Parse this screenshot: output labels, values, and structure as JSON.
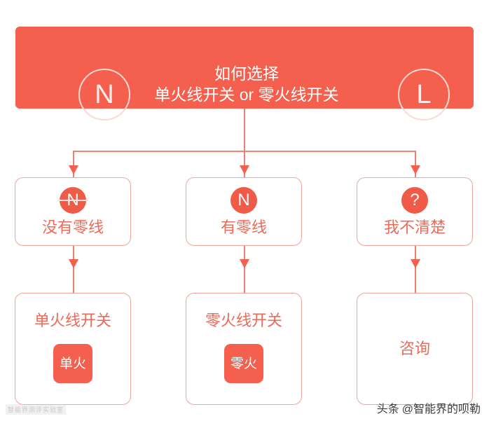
{
  "header": {
    "left_icon": "N",
    "right_icon": "L",
    "title_line1": "如何选择",
    "title_line2": "单火线开关 or 零火线开关",
    "bg_color": "#F4604D",
    "text_color": "#FFFFFF"
  },
  "branches": [
    {
      "icon": "N",
      "icon_struck": true,
      "label": "没有零线",
      "result_title": "单火线开关",
      "result_chip": "单火",
      "result_center_label": null
    },
    {
      "icon": "N",
      "icon_struck": false,
      "label": "有零线",
      "result_title": "零火线开关",
      "result_chip": "零火",
      "result_center_label": null
    },
    {
      "icon": "?",
      "icon_struck": false,
      "label": "我不清楚",
      "result_title": null,
      "result_chip": null,
      "result_center_label": "咨询"
    }
  ],
  "watermarks": {
    "bottom_right_prefix": "头条",
    "bottom_right_handle": "@智能界的呗勒",
    "bottom_left": "智能界测评实验室"
  },
  "colors": {
    "accent": "#F4604D",
    "line": "#EE8071",
    "box_border": "#F0A598",
    "label_text": "#EB6B58"
  }
}
